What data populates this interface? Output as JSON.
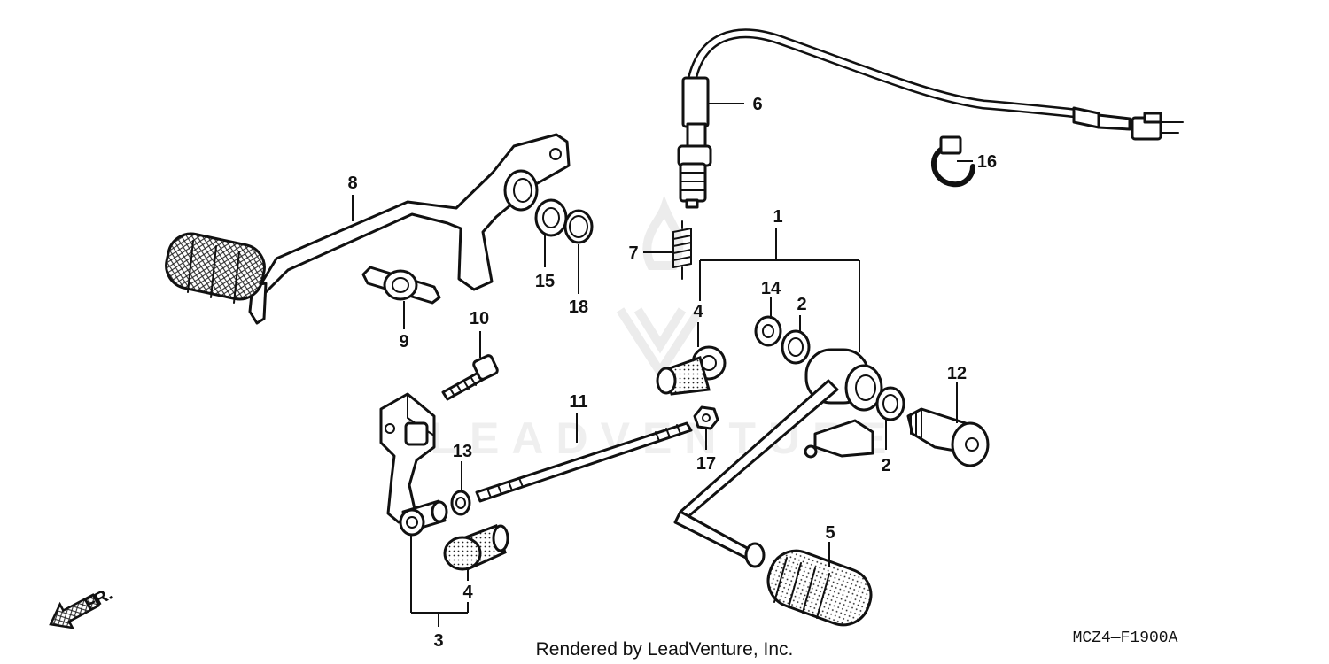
{
  "callouts": {
    "c1": "1",
    "c2a": "2",
    "c2b": "2",
    "c3": "3",
    "c4a": "4",
    "c4b": "4",
    "c5": "5",
    "c6": "6",
    "c7": "7",
    "c8": "8",
    "c9": "9",
    "c10": "10",
    "c11": "11",
    "c12": "12",
    "c13": "13",
    "c14": "14",
    "c15": "15",
    "c16": "16",
    "c17": "17",
    "c18": "18"
  },
  "direction": "FR.",
  "footer": {
    "rendered_by": "Rendered by LeadVenture, Inc.",
    "diagram_code": "MCZ4—F1900A"
  },
  "watermark_text": "LEADVENTURE",
  "colors": {
    "line": "#111111",
    "background": "#ffffff",
    "watermark": "#ececec"
  }
}
